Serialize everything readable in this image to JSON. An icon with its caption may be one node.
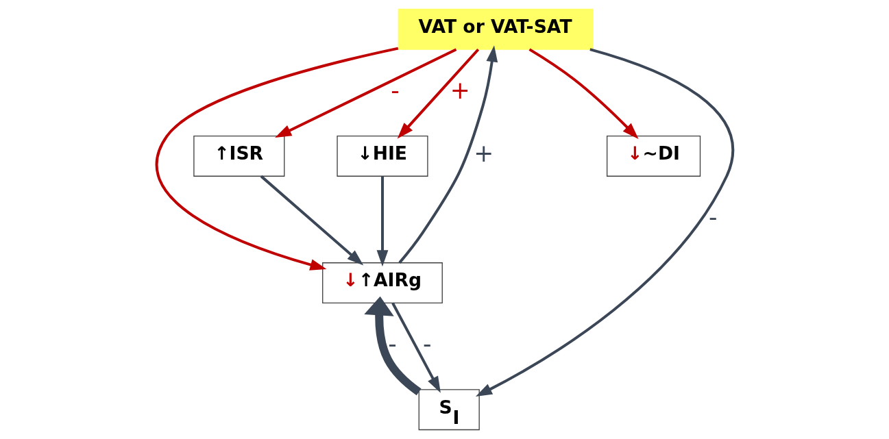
{
  "diagram": {
    "nodes": [
      {
        "text": [
          "VAT or VAT-SAT"
        ]
      },
      {
        "text": [
          "↑ISR"
        ]
      },
      {
        "text": [
          "↓↑AIRg"
        ]
      },
      {
        "text": [
          "S$_{I}$"
        ]
      },
      {
        "text": [
          "↓HIE"
        ]
      },
      {
        "text": [
          "↓~DI"
        ]
      }
    ],
    "edges": [
      {
        "from": 0,
        "to": 1,
        "arrow": "to",
        "label": "-",
        "color": "#c00000"
      },
      {
        "from": 0,
        "to": 4,
        "arrow": "to",
        "label": "+",
        "color": "#c00000"
      },
      {
        "from": 0,
        "to": 2,
        "arrow": "to",
        "color": "#c00000"
      },
      {
        "from": 0,
        "to": 5,
        "arrow": "to",
        "color": "#c00000"
      },
      {
        "from": 0,
        "to": 3,
        "arrow": "to",
        "label": "-"
      },
      {
        "from": 1,
        "to": 2,
        "arrow": "to"
      },
      {
        "from": 4,
        "to": 2,
        "arrow": "to"
      },
      {
        "from": 2,
        "to": 0,
        "arrow": "to",
        "label": "+"
      },
      {
        "from": 2,
        "to": 3,
        "arrow": "to",
        "label": "-"
      },
      {
        "from": 3,
        "to": 2,
        "arrow": "to",
        "label": "-",
        "style": "thick"
      }
    ]
  }
}
